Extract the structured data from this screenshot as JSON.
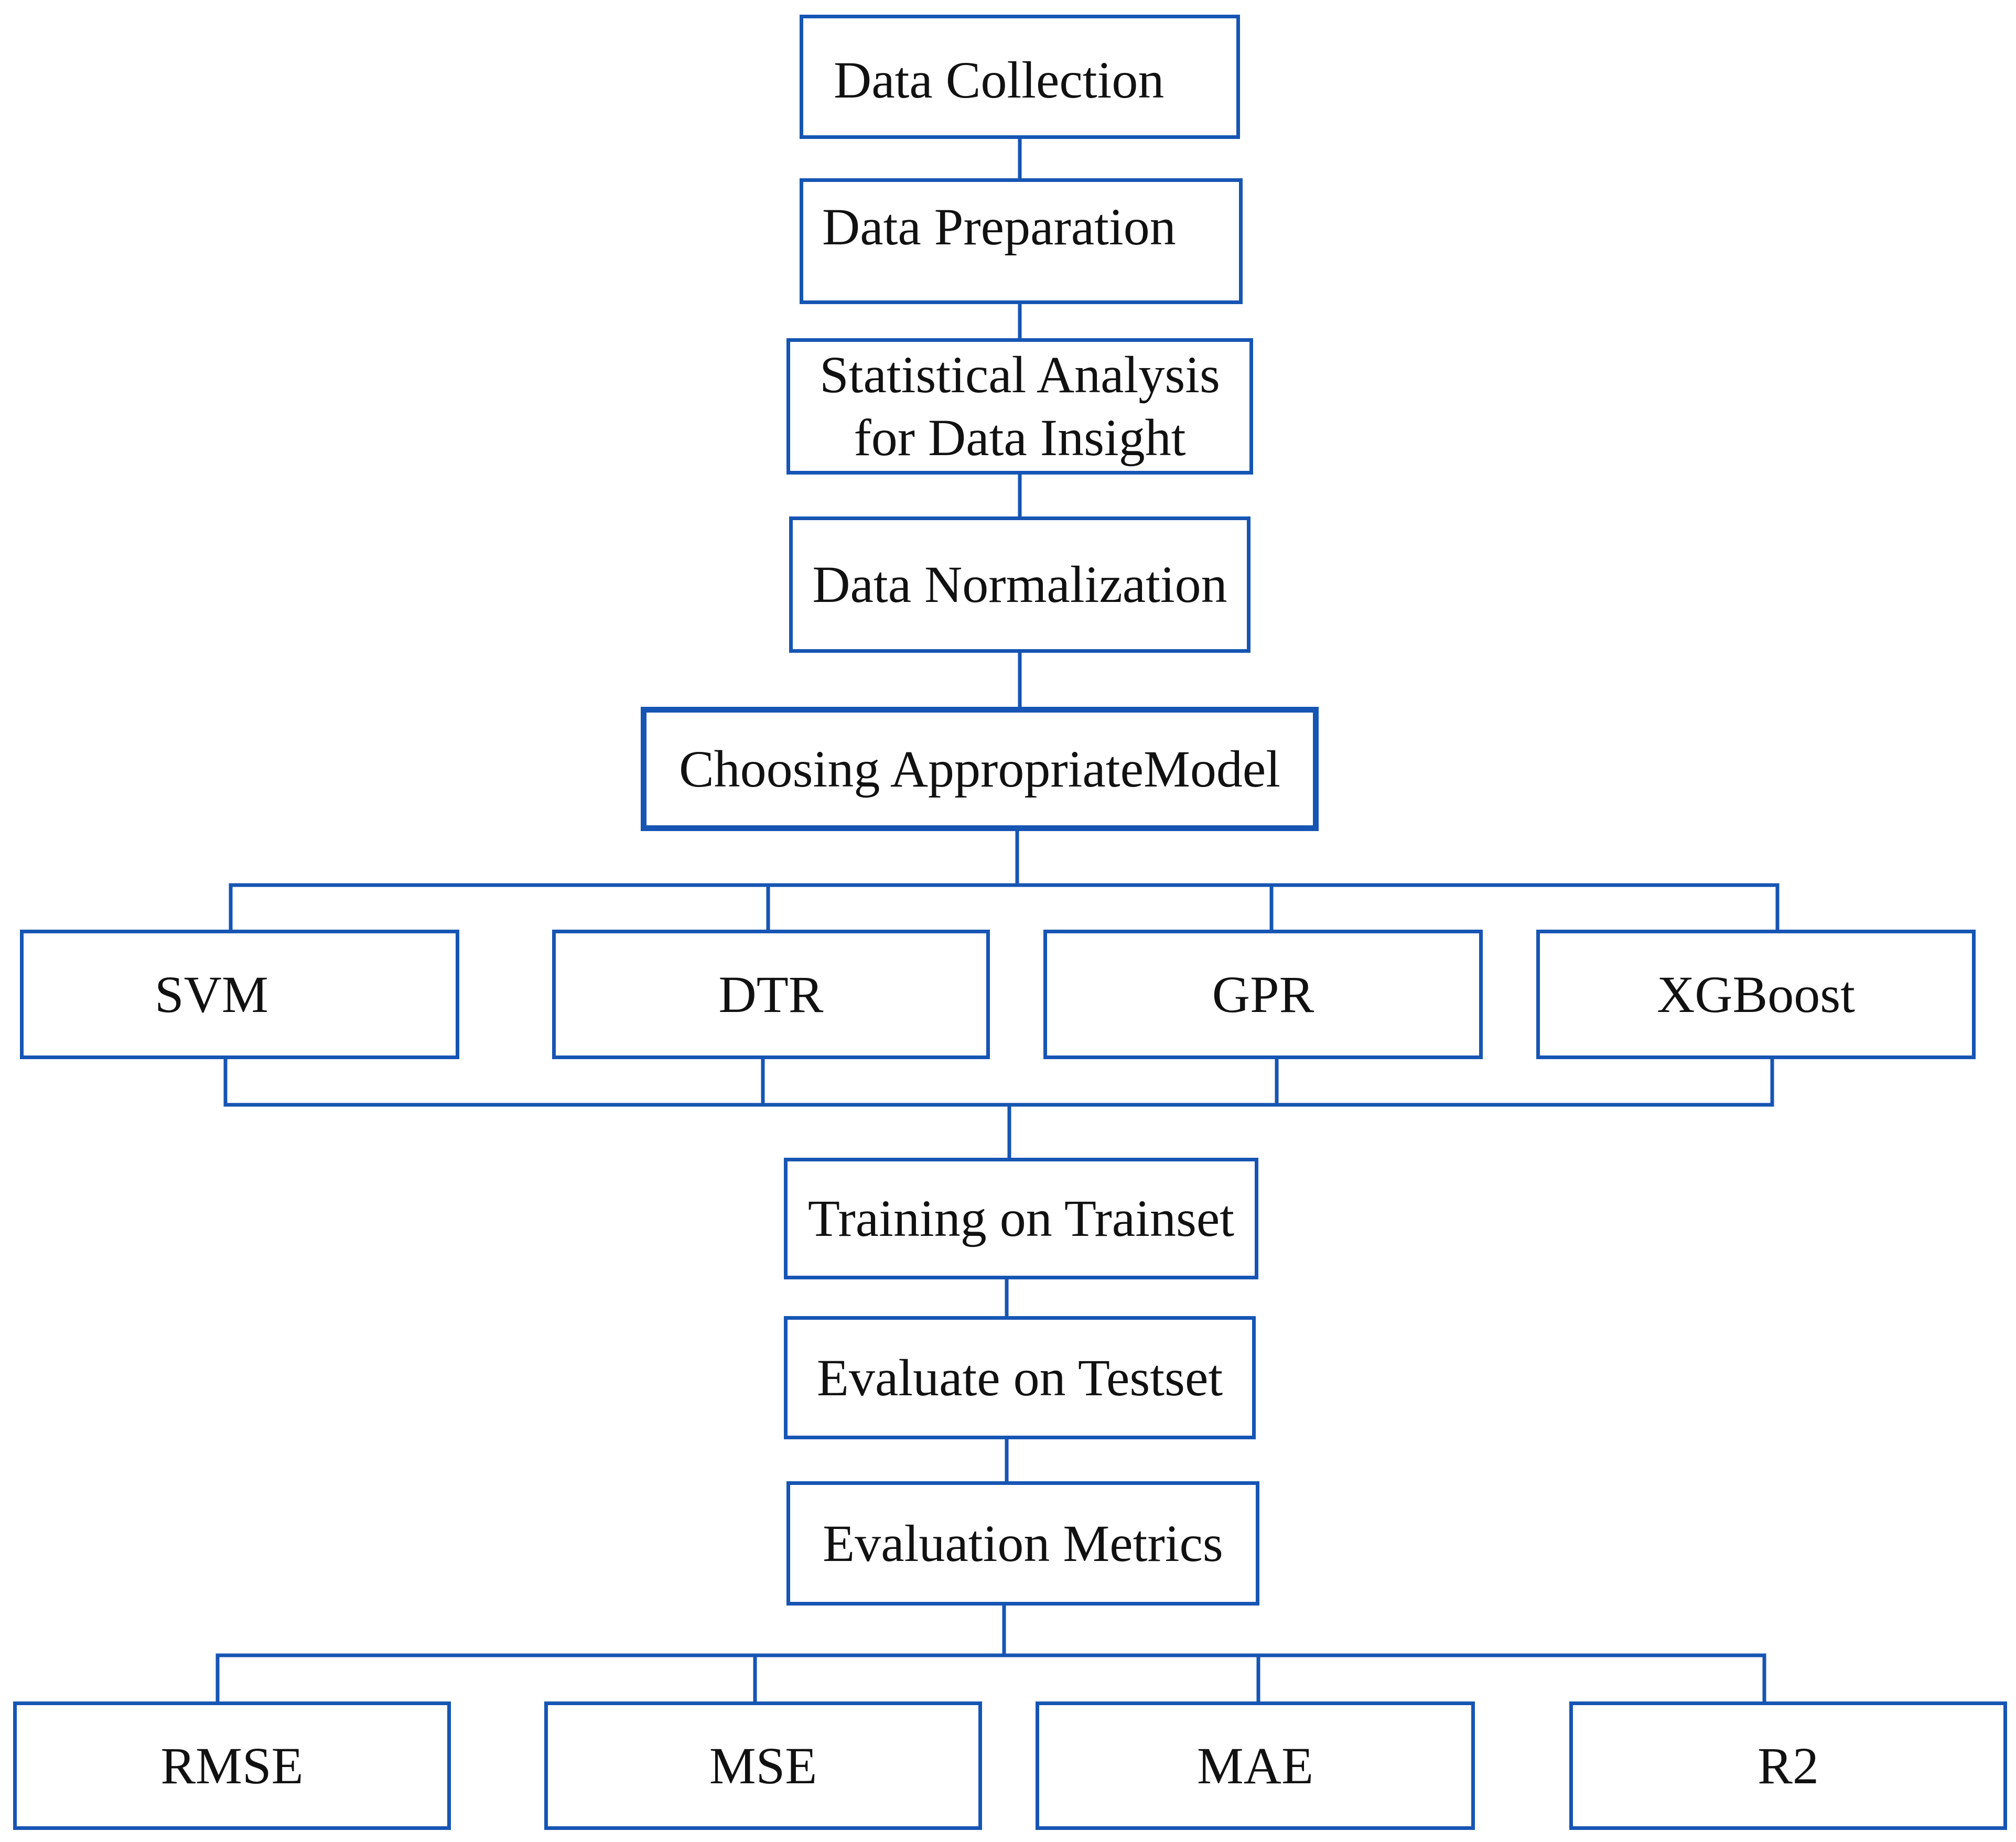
{
  "colors": {
    "accent": "#1655b3",
    "text": "#111111",
    "background": "#ffffff"
  },
  "steps": {
    "data_collection": "Data Collection",
    "data_preparation": "Data Preparation",
    "statistical_analysis_line1": "Statistical Analysis",
    "statistical_analysis_line2": "for Data Insight",
    "data_normalization": "Data Normalization",
    "choosing_model": "Choosing AppropriateModel",
    "training": "Training on Trainset",
    "evaluate": "Evaluate on Testset",
    "evaluation_metrics": "Evaluation Metrics"
  },
  "models": [
    "SVM",
    "DTR",
    "GPR",
    "XGBoost"
  ],
  "metrics": [
    "RMSE",
    "MSE",
    "MAE",
    "R2"
  ]
}
